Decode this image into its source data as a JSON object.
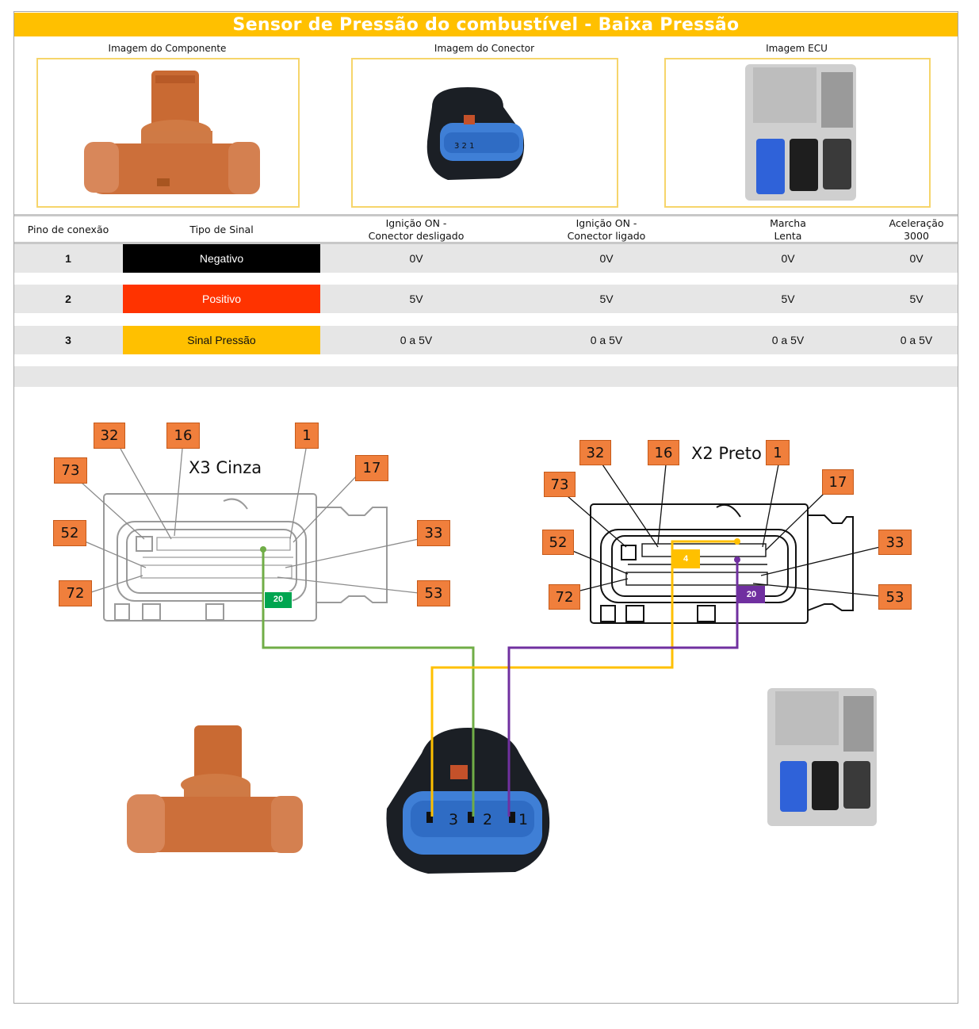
{
  "title": "Sensor de Pressão do combustível - Baixa Pressão",
  "images": {
    "component_caption": "Imagem do Componente",
    "connector_caption": "Imagem do Conector",
    "ecu_caption": "Imagem ECU"
  },
  "table": {
    "headers": [
      "Pino de conexão",
      "Tipo de Sinal",
      "Ignição ON -\nConector desligado",
      "Ignição ON -\nConector ligado",
      "Marcha\nLenta",
      "Aceleração\n3000"
    ],
    "rows": [
      {
        "pin": "1",
        "signal": "Negativo",
        "color": "#000000",
        "text_color": "#ffffff",
        "values": [
          "0V",
          "0V",
          "0V",
          "0V"
        ]
      },
      {
        "pin": "2",
        "signal": "Positivo",
        "color": "#ff3300",
        "text_color": "#ffffff",
        "values": [
          "5V",
          "5V",
          "5V",
          "5V"
        ]
      },
      {
        "pin": "3",
        "signal": "Sinal Pressão",
        "color": "#ffc000",
        "text_color": "#111111",
        "values": [
          "0 a 5V",
          "0 a 5V",
          "0 a 5V",
          "0 a 5V"
        ]
      }
    ]
  },
  "diagram": {
    "x3": {
      "name": "X3 Cinza",
      "labels": [
        "32",
        "16",
        "1",
        "73",
        "17",
        "52",
        "33",
        "72",
        "53"
      ],
      "pin_badge": "20",
      "pin_color": "#00a550"
    },
    "x2": {
      "name": "X2 Preto",
      "labels": [
        "32",
        "16",
        "1",
        "73",
        "17",
        "52",
        "33",
        "72",
        "53"
      ],
      "pin_badges": [
        "4",
        "20"
      ],
      "pin_colors": [
        "#ffc000",
        "#7030a0"
      ]
    },
    "connector_pins": [
      "3",
      "2",
      "1"
    ],
    "wire_colors": {
      "green": "#70ad47",
      "yellow": "#ffc000",
      "purple": "#7030a0"
    }
  }
}
